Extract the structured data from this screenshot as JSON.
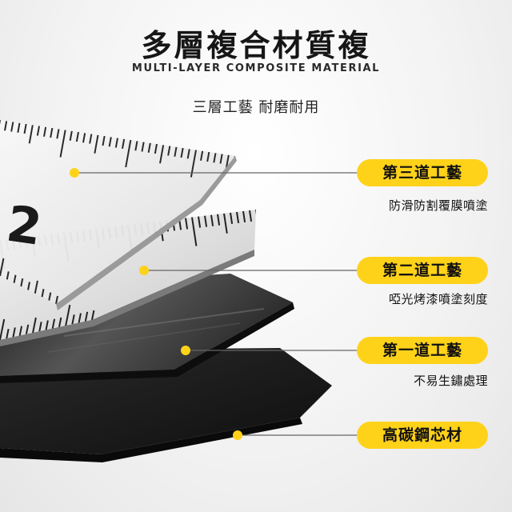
{
  "header": {
    "title": "多層複合材質複",
    "subtitle": "MULTI-LAYER COMPOSITE MATERIAL",
    "tagline": "三層工藝 耐磨耐用"
  },
  "layers": [
    {
      "label": "第三道工藝",
      "description": "防滑防割覆膜噴塗"
    },
    {
      "label": "第二道工藝",
      "description": "啞光烤漆噴塗刻度"
    },
    {
      "label": "第一道工藝",
      "description": "不易生鏽處理"
    },
    {
      "label": "高碳鋼芯材",
      "description": ""
    }
  ],
  "ruler_digit": "2",
  "colors": {
    "accent": "#ffd21a",
    "steel_core": "#1c1c1c",
    "primer_layer": "#3a3a3a",
    "paint_layer": "#d9d9d9",
    "film_layer": "#e8e8e8"
  }
}
